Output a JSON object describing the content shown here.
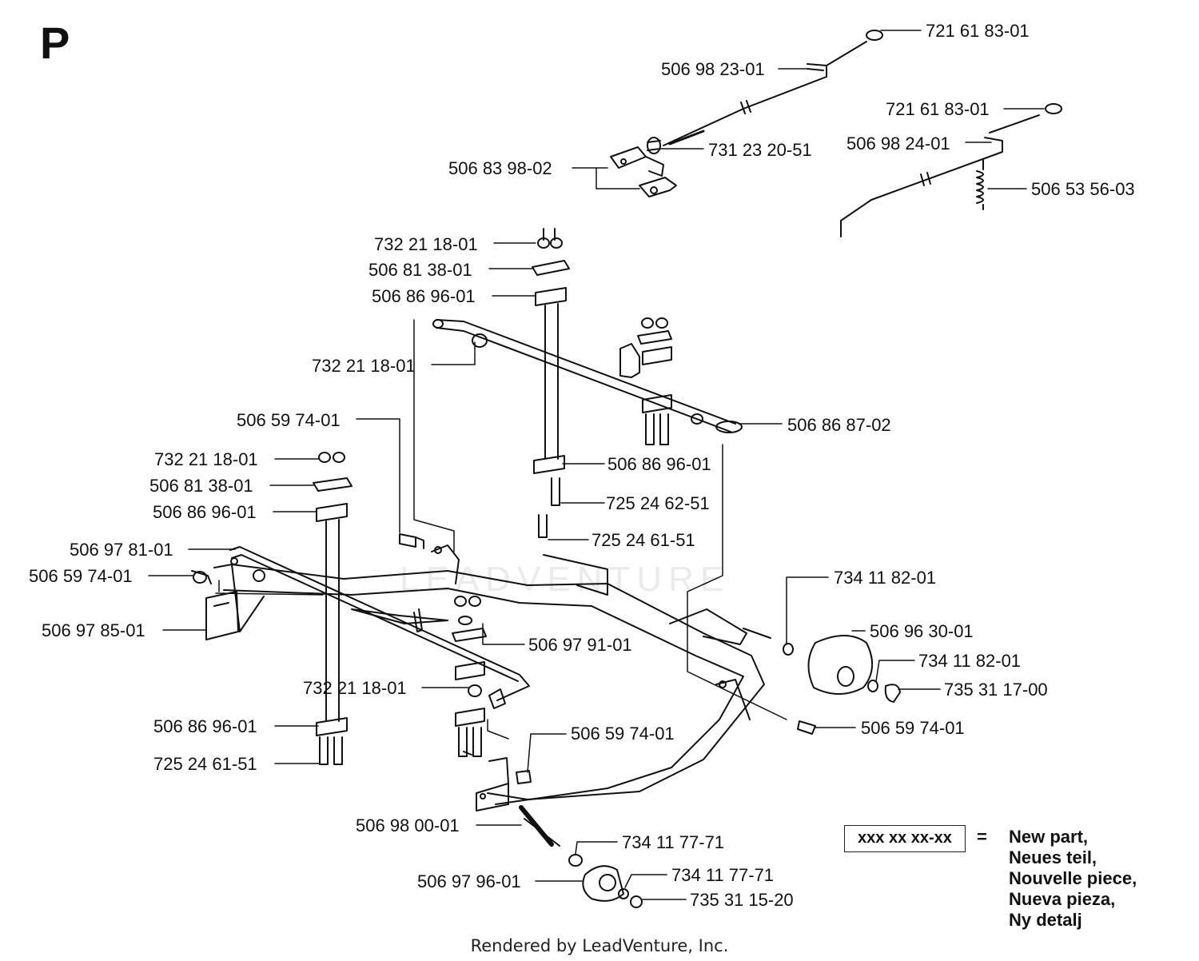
{
  "section_letter": "P",
  "footer": "Rendered by LeadVenture, Inc.",
  "watermark": "LEADVENTURE",
  "legend": {
    "box_text": "xxx xx xx-xx",
    "equals": "=",
    "lines": [
      "New part,",
      "Neues teil,",
      "Nouvelle piece,",
      "Nueva pieza,",
      "Ny detalj"
    ]
  },
  "callouts": [
    "721 61 83-01",
    "506 98 23-01",
    "721 61 83-01",
    "506 98 24-01",
    "731 23 20-51",
    "506 83 98-02",
    "506 53 56-03",
    "732 21 18-01",
    "506 81 38-01",
    "506 86 96-01",
    "732 21 18-01",
    "506 86 87-02",
    "506 59 74-01",
    "732 21 18-01",
    "506 86 96-01",
    "506 81 38-01",
    "506 86 96-01",
    "725 24 62-51",
    "725 24 61-51",
    "506 97 81-01",
    "506 59 74-01",
    "734 11 82-01",
    "506 97 85-01",
    "506 96 30-01",
    "506 97 91-01",
    "734 11 82-01",
    "732 21 18-01",
    "735 31 17-00",
    "506 86 96-01",
    "506 59 74-01",
    "506 59 74-01",
    "725 24 61-51",
    "506 98 00-01",
    "734 11 77-71",
    "734 11 77-71",
    "506 97 96-01",
    "735 31 15-20"
  ]
}
